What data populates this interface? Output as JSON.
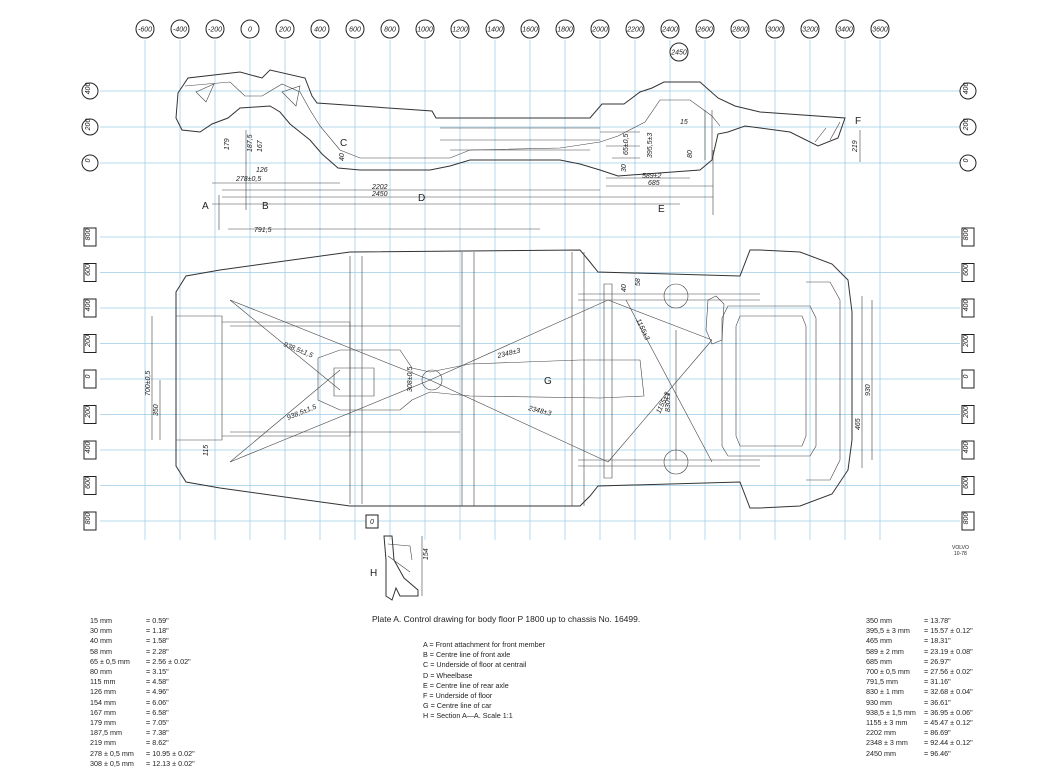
{
  "top_scale": [
    "-600",
    "-400",
    "-200",
    "0",
    "200",
    "400",
    "600",
    "800",
    "1000",
    "1200",
    "1400",
    "1600",
    "1800",
    "2000",
    "2200",
    "2400",
    "2600",
    "2800",
    "3000",
    "3200",
    "3400",
    "3600"
  ],
  "side_scale_top": [
    "400",
    "200",
    "0"
  ],
  "side_scale_plan": [
    "800",
    "600",
    "400",
    "200",
    "0",
    "200",
    "400",
    "600",
    "800"
  ],
  "extra_marks": {
    "top_2450": "2450",
    "section_zero": "0"
  },
  "letters": {
    "a": "A",
    "b": "B",
    "c": "C",
    "d": "D",
    "e": "E",
    "f": "F",
    "g": "G",
    "h": "H"
  },
  "dims": {
    "d179": "179",
    "d1875": "187,5",
    "d167": "167",
    "d126": "126",
    "d278": "278±0,5",
    "d2202": "2202",
    "d2450": "2450",
    "d80": "80",
    "d30": "30",
    "d65": "65±0,5",
    "d3955": "395,5±3",
    "d589": "589±2",
    "d685": "685",
    "d15": "15",
    "d40": "40",
    "d219": "219",
    "d7915": "791,5",
    "d700": "700±0,5",
    "d350": "350",
    "d115": "115",
    "d9385a": "938,5±1,5",
    "d9385b": "938,5±1,5",
    "d308": "308±0,5",
    "d2348a": "2348±3",
    "d2348b": "2348±3",
    "d1155a": "1155±3",
    "d1155b": "1155±3",
    "d830": "830±1",
    "d58": "58",
    "d930": "930",
    "d465": "465",
    "d154": "154"
  },
  "title": "Plate A.   Control drawing for body floor P 1800 up to chassis No. 16499.",
  "legend": [
    "A = Front attachment for front member",
    "B = Centre line of front axle",
    "C = Underside of floor at centrail",
    "D = Wheelbase",
    "E = Centre line of rear axle",
    "F = Underside of floor",
    "G = Centre line of car",
    "H = Section  A—A.  Scale  1:1"
  ],
  "left_table": [
    {
      "mm": "15 mm",
      "in": "= 0.59\""
    },
    {
      "mm": "30 mm",
      "in": "= 1.18\""
    },
    {
      "mm": "40 mm",
      "in": "= 1.58\""
    },
    {
      "mm": "58 mm",
      "in": "= 2.28\""
    },
    {
      "mm": "65 ± 0,5 mm",
      "in": "= 2.56 ± 0.02\""
    },
    {
      "mm": "80 mm",
      "in": "= 3.15\""
    },
    {
      "mm": "115 mm",
      "in": "= 4.58\""
    },
    {
      "mm": "126 mm",
      "in": "= 4.96\""
    },
    {
      "mm": "154 mm",
      "in": "= 6.06\""
    },
    {
      "mm": "167 mm",
      "in": "= 6.58\""
    },
    {
      "mm": "179 mm",
      "in": "= 7.05\""
    },
    {
      "mm": "187,5 mm",
      "in": "= 7.38\""
    },
    {
      "mm": "219 mm",
      "in": "= 8.62\""
    },
    {
      "mm": "278 ± 0,5 mm",
      "in": "= 10.95 ± 0.02\""
    },
    {
      "mm": "308 ± 0,5 mm",
      "in": "= 12.13 ± 0.02\""
    }
  ],
  "right_table": [
    {
      "mm": "350 mm",
      "in": "= 13.78\""
    },
    {
      "mm": "395,5 ± 3 mm",
      "in": "= 15.57 ± 0.12\""
    },
    {
      "mm": "465 mm",
      "in": "= 18.31\""
    },
    {
      "mm": "589 ± 2 mm",
      "in": "= 23.19 ± 0.08\""
    },
    {
      "mm": "685 mm",
      "in": "= 26.97\""
    },
    {
      "mm": "700 ± 0,5 mm",
      "in": "= 27.56 ± 0.02\""
    },
    {
      "mm": "791,5 mm",
      "in": "= 31.16\""
    },
    {
      "mm": "830 ± 1 mm",
      "in": "= 32.68 ± 0.04\""
    },
    {
      "mm": "930 mm",
      "in": "= 36.61\""
    },
    {
      "mm": "938,5 ± 1,5 mm",
      "in": "= 36.95 ± 0.06\""
    },
    {
      "mm": "1155 ± 3 mm",
      "in": "= 45.47 ± 0.12\""
    },
    {
      "mm": "2202 mm",
      "in": "= 86.69\""
    },
    {
      "mm": "2348 ± 3 mm",
      "in": "= 92.44 ± 0.12\""
    },
    {
      "mm": "2450 mm",
      "in": "= 96.46\""
    }
  ],
  "stamp": [
    "VOLVO",
    "10-78"
  ]
}
